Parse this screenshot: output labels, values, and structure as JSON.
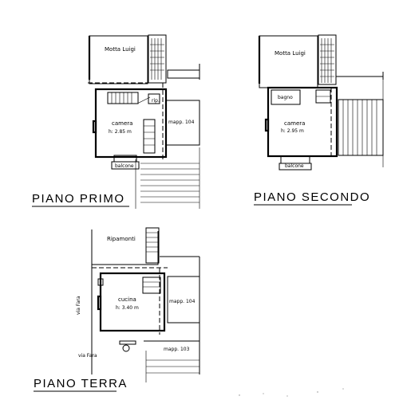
{
  "floors": [
    {
      "title": "PIANO PRIMO",
      "neighbor": "Motta Luigi",
      "landing_label": "rip.",
      "room_name": "camera",
      "room_height": "h: 2.85 m",
      "plot_label": "mapp. 104",
      "balcony_label": "balcone"
    },
    {
      "title": "PIANO SECONDO",
      "neighbor": "Motta Luigi",
      "bath_label": "bagno",
      "room_name": "camera",
      "room_height": "h: 2.95 m",
      "balcony_label": "balcone"
    },
    {
      "title": "PIANO TERRA",
      "neighbor": "Ripamonti",
      "street_side": "via Fara",
      "street_bottom": "via Fara",
      "room_name": "cucina",
      "room_height": "h: 3.40 m",
      "plot_label_right": "mapp. 104",
      "plot_label_bottom": "mapp. 103"
    }
  ]
}
